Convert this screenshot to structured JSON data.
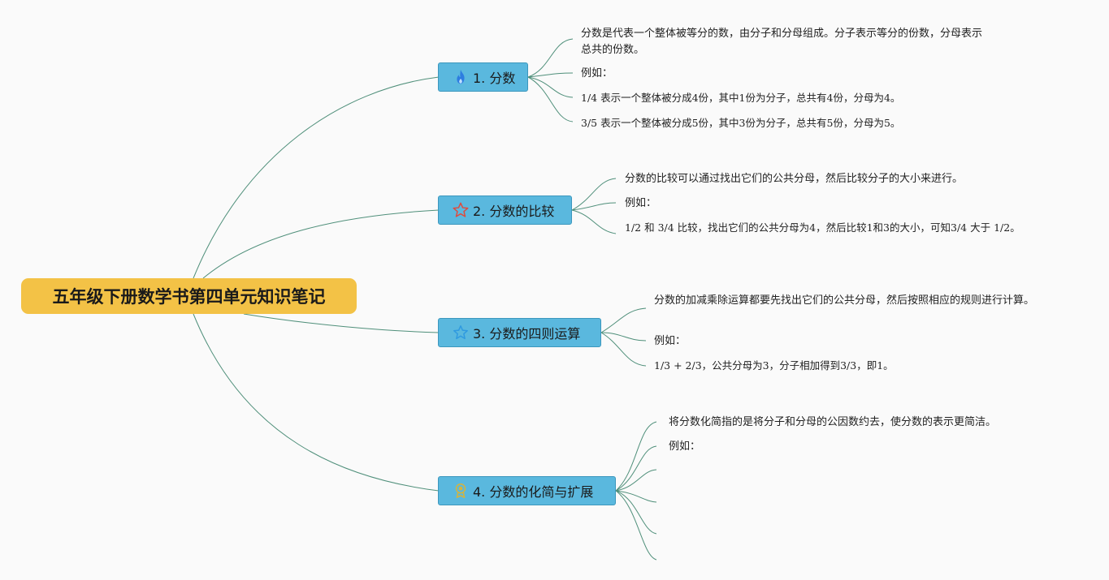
{
  "root": {
    "title": "五年级下册数学书第四单元知识笔记"
  },
  "branches": [
    {
      "label": "1. 分数",
      "icon": "fire-icon",
      "notes": [
        "分数是代表一个整体被等分的数，由分子和分母组成。分子表示等分的份数，分母表示总共的份数。",
        "例如：",
        "1/4 表示一个整体被分成4份，其中1份为分子，总共有4份，分母为4。",
        "3/5 表示一个整体被分成5份，其中3份为分子，总共有5份，分母为5。"
      ]
    },
    {
      "label": "2. 分数的比较",
      "icon": "star-outline-red-icon",
      "notes": [
        "分数的比较可以通过找出它们的公共分母，然后比较分子的大小来进行。",
        "例如：",
        "1/2 和 3/4 比较，找出它们的公共分母为4，然后比较1和3的大小，可知3/4 大于 1/2。"
      ]
    },
    {
      "label": "3. 分数的四则运算",
      "icon": "star-outline-blue-icon",
      "notes": [
        "分数的加减乘除运算都要先找出它们的公共分母，然后按照相应的规则进行计算。",
        "例如：",
        "1/3 + 2/3，公共分母为3，分子相加得到3/3，即1。"
      ]
    },
    {
      "label": "4. 分数的化简与扩展",
      "icon": "award-badge-icon",
      "notes": [
        "将分数化简指的是将分子和分母的公因数约去，使分数的表示更简洁。",
        "例如："
      ]
    }
  ],
  "colors": {
    "root_bg": "#f3c246",
    "branch_bg": "#5ab8de",
    "edge": "#4f8f7a",
    "fire": "#2d7de0",
    "star_red": "#e04a3c",
    "star_blue": "#2f9ae0",
    "award": "#d8b43a"
  }
}
